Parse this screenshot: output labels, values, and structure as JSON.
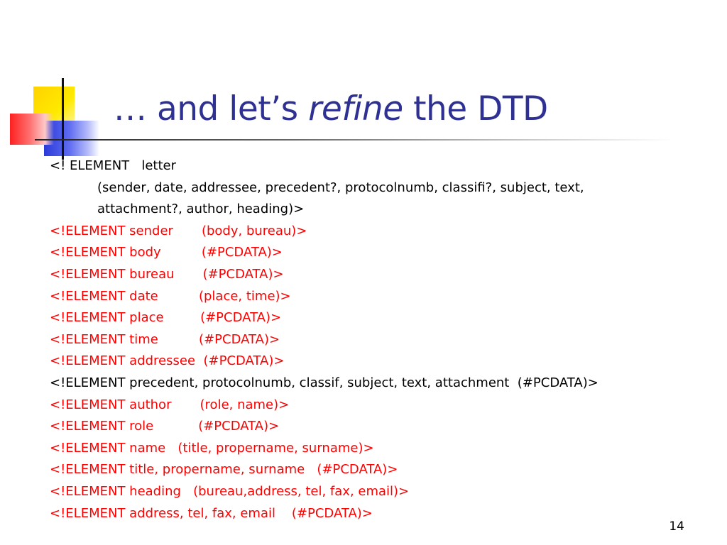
{
  "title": {
    "prefix": "… and let’s ",
    "emphasis": "refine",
    "suffix": " the DTD"
  },
  "lines": [
    {
      "text": "<! ELEMENT   letter",
      "color": "black"
    },
    {
      "text": "(sender, date, addressee, precedent?, protocolnumb, classifi?, subject, text,",
      "color": "black",
      "indent": true
    },
    {
      "text": "attachment?, author, heading)>",
      "color": "black",
      "indent": true
    },
    {
      "text": "<!ELEMENT sender       (body, bureau)>",
      "color": "red"
    },
    {
      "text": "<!ELEMENT body          (#PCDATA)>",
      "color": "red"
    },
    {
      "text": "<!ELEMENT bureau       (#PCDATA)>",
      "color": "red"
    },
    {
      "text": "<!ELEMENT date          (place, time)>",
      "color": "red"
    },
    {
      "text": "<!ELEMENT place         (#PCDATA)>",
      "color": "red"
    },
    {
      "text": "<!ELEMENT time          (#PCDATA)>",
      "color": "red"
    },
    {
      "text": "<!ELEMENT addressee  (#PCDATA)>",
      "color": "red"
    },
    {
      "text": "<!ELEMENT precedent, protocolnumb, classif, subject, text, attachment  (#PCDATA)>",
      "color": "black"
    },
    {
      "text": "<!ELEMENT author       (role, name)>",
      "color": "red"
    },
    {
      "text": "<!ELEMENT role           (#PCDATA)>",
      "color": "red"
    },
    {
      "text": "<!ELEMENT name   (title, propername, surname)>",
      "color": "red"
    },
    {
      "text": "<!ELEMENT title, propername, surname   (#PCDATA)>",
      "color": "red"
    },
    {
      "text": "<!ELEMENT heading   (bureau,address, tel, fax, email)>",
      "color": "red"
    },
    {
      "text": "<!ELEMENT address, tel, fax, email    (#PCDATA)>",
      "color": "red"
    }
  ],
  "page_number": "14",
  "colors": {
    "title": "#2e3192",
    "red": "#ff0000",
    "black": "#000000"
  }
}
